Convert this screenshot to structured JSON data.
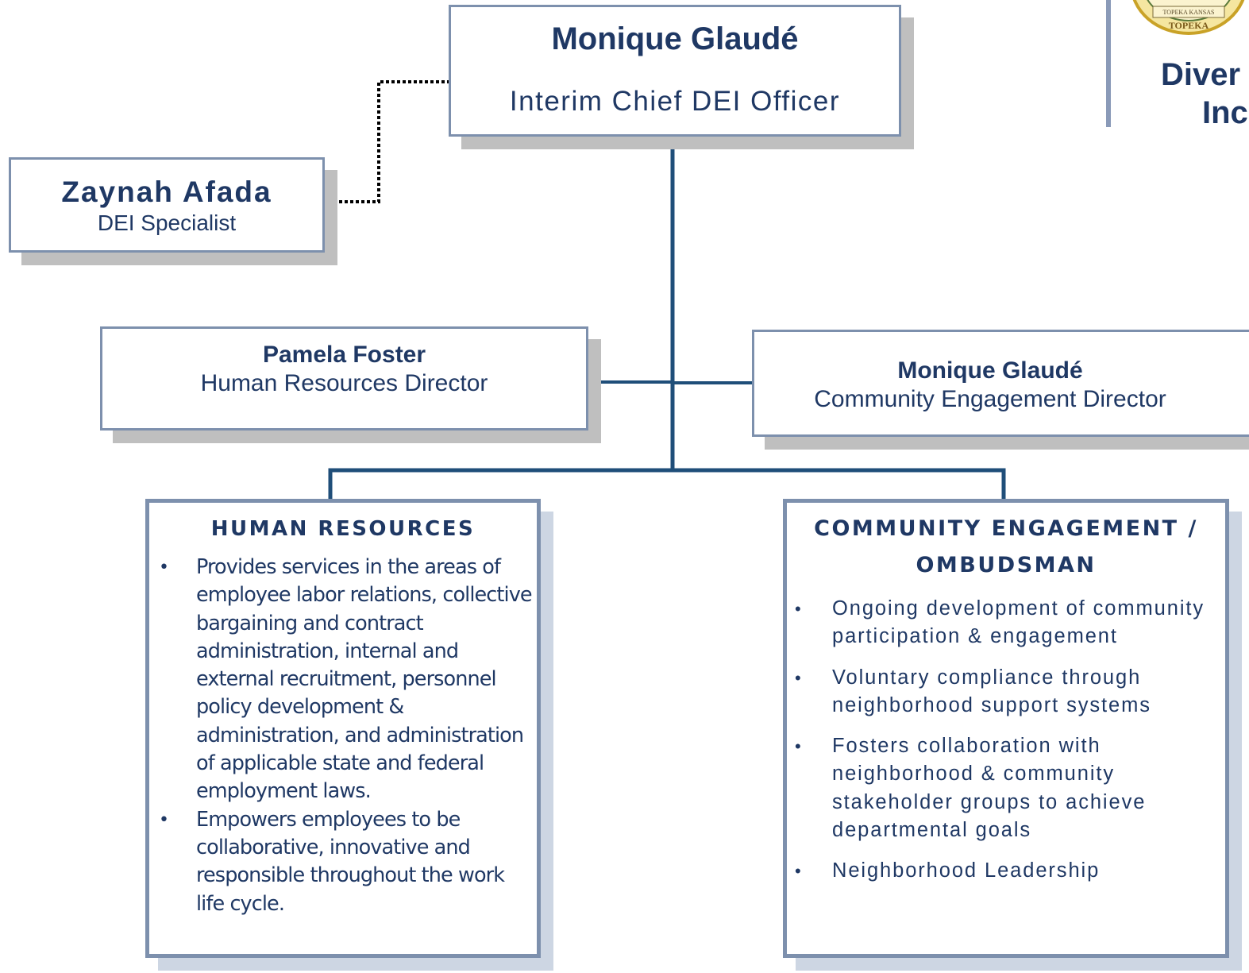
{
  "header": {
    "title_line1": "Diver",
    "title_line2": "Inc",
    "seal_text": "TOPEKA",
    "seal_subtext": "TOPEKA KANSAS"
  },
  "chief": {
    "name": "Monique Glaudé",
    "title": "Interim Chief DEI Officer"
  },
  "specialist": {
    "name": "Zaynah Afada",
    "title": "DEI Specialist"
  },
  "hr_director": {
    "name": "Pamela Foster",
    "title": "Human Resources Director"
  },
  "ce_director": {
    "name": "Monique Glaudé",
    "title": "Community Engagement Director"
  },
  "hr_department": {
    "heading": "HUMAN RESOURCES",
    "bullet_glyph": "•",
    "items": [
      "Provides services in the areas of employee labor relations, collective bargaining and contract administration, internal and external recruitment, personnel policy development & administration, and administration of applicable state and federal employment laws.",
      "Empowers employees to be collaborative, innovative and responsible throughout the work life cycle."
    ]
  },
  "ce_department": {
    "heading_line1": "COMMUNITY ENGAGEMENT /",
    "heading_line2": "OMBUDSMAN",
    "bullet_glyph": "•",
    "items": [
      "Ongoing development of community participation & engagement",
      "Voluntary compliance through neighborhood support systems",
      "Fosters collaboration with neighborhood & community stakeholder groups to achieve departmental goals",
      "Neighborhood Leadership"
    ]
  },
  "colors": {
    "navy_text": "#1f3864",
    "box_border": "#7d90ad",
    "connector": "#1f4e79",
    "shadow": "#bfbfbf",
    "seal_gold": "#e8c74a"
  }
}
